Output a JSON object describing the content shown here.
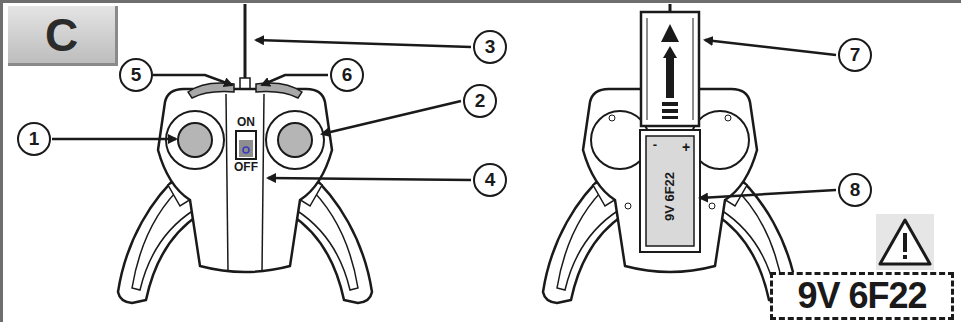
{
  "diagram": {
    "nodes": [
      {
        "text": [
          "C"
        ]
      },
      {
        "text": [
          "3"
        ]
      },
      {
        "text": [
          "7"
        ]
      },
      {
        "text": [
          "5"
        ]
      },
      {
        "text": [
          "6"
        ]
      },
      {
        "text": [
          "2"
        ]
      },
      {
        "text": [
          "1"
        ]
      },
      {
        "text": [
          "4"
        ]
      },
      {
        "text": [
          "8"
        ]
      },
      {
        "text": [
          "9V 6F22"
        ]
      }
    ],
    "labels": [
      "ON",
      "OFF",
      "9V 6F22",
      "-",
      "+"
    ]
  }
}
